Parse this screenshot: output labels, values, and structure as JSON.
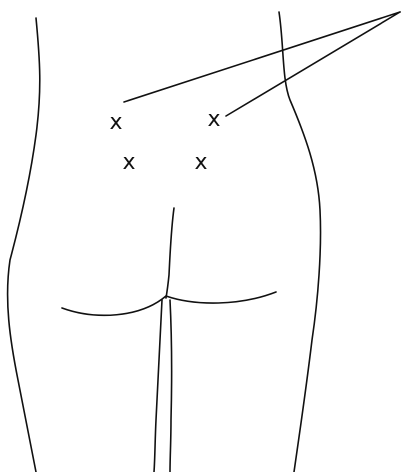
{
  "figure": {
    "stroke_color": "#111111",
    "background_color": "#ffffff",
    "marks": [
      {
        "id": "upper-left",
        "glyph": "x"
      },
      {
        "id": "upper-right",
        "glyph": "x"
      },
      {
        "id": "lower-left",
        "glyph": "x"
      },
      {
        "id": "lower-right",
        "glyph": "x"
      }
    ],
    "leader_lines": [
      {
        "id": "leader-line-upper-left",
        "target": "upper-left"
      },
      {
        "id": "leader-line-upper-right",
        "target": "upper-right"
      }
    ]
  }
}
